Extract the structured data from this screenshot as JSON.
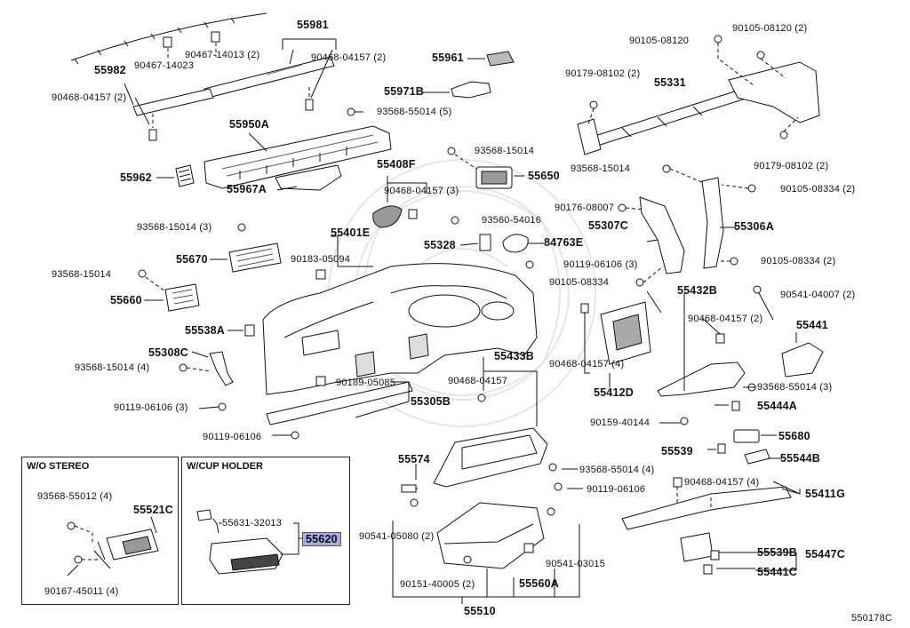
{
  "diagram": {
    "ref": "550178C",
    "insets": {
      "wo_stereo": {
        "title": "W/O STEREO",
        "parts": [
          "93568-55012 (4)",
          "55521C",
          "90167-45011 (4)"
        ]
      },
      "w_cup_holder": {
        "title": "W/CUP HOLDER",
        "parts": [
          "55631-32013",
          "55620"
        ],
        "highlighted": "55620",
        "highlight_color": "#a9a9e6"
      }
    },
    "labels": {
      "p55981": "55981",
      "p90467_14013": "90467-14013 (2)",
      "p90468_04157_2a": "90468-04157 (2)",
      "p90467_14023": "90467-14023",
      "p55982": "55982",
      "p90468_04157_2b": "90468-04157 (2)",
      "p93568_55014_5": "93568-55014 (5)",
      "p55950A": "55950A",
      "p55962": "55962",
      "p55967A": "55967A",
      "p55961": "55961",
      "p55971B": "55971B",
      "p93568_15014a": "93568-15014",
      "p55650": "55650",
      "p55408F": "55408F",
      "p90468_04157_3": "90468-04157 (3)",
      "p93560_54016": "93560-54016",
      "p55328": "55328",
      "p84763E": "84763E",
      "p90119_06106_3a": "90119-06106 (3)",
      "p90105_08334a": "90105-08334",
      "p93568_15014_3": "93568-15014 (3)",
      "p55670": "55670",
      "p93568_15014b": "93568-15014",
      "p55660": "55660",
      "p55401E": "55401E",
      "p90183_05094": "90183-05094",
      "p55538A": "55538A",
      "p55308C": "55308C",
      "p93568_15014_4": "93568-15014 (4)",
      "p90189_05085": "90189-05085",
      "p55305B": "55305B",
      "p90119_06106_3b": "90119-06106 (3)",
      "p90119_06106a": "90119-06106",
      "p90105_08120_2": "90105-08120 (2)",
      "p90105_08120": "90105-08120",
      "p90179_08102_2a": "90179-08102 (2)",
      "p55331": "55331",
      "p90179_08102_2b": "90179-08102 (2)",
      "p93568_15014c": "93568-15014",
      "p90105_08334_2a": "90105-08334 (2)",
      "p90176_08007": "90176-08007",
      "p55307C": "55307C",
      "p55306A": "55306A",
      "p90105_08334_2b": "90105-08334 (2)",
      "p55432B": "55432B",
      "p90541_04007_2": "90541-04007 (2)",
      "p90468_04157_2c": "90468-04157 (2)",
      "p55441": "55441",
      "p55412D": "55412D",
      "p90468_04157_4a": "90468-04157 (4)",
      "p93568_55014_3": "93568-55014 (3)",
      "p55444A": "55444A",
      "p90159_40144": "90159-40144",
      "p55433B": "55433B",
      "p90468_04157": "90468-04157",
      "p55574": "55574",
      "p93568_55014_4": "93568-55014 (4)",
      "p90119_06106b": "90119-06106",
      "p55539": "55539",
      "p55680": "55680",
      "p55544B": "55544B",
      "p90468_04157_4b": "90468-04157 (4)",
      "p55411G": "55411G",
      "p90541_05080_2": "90541-05080 (2)",
      "p90541_03015": "90541-03015",
      "p90151_40005_2": "90151-40005 (2)",
      "p55560A": "55560A",
      "p55510": "55510",
      "p55539B": "55539B",
      "p55447C": "55447C",
      "p55441C": "55441C"
    }
  }
}
